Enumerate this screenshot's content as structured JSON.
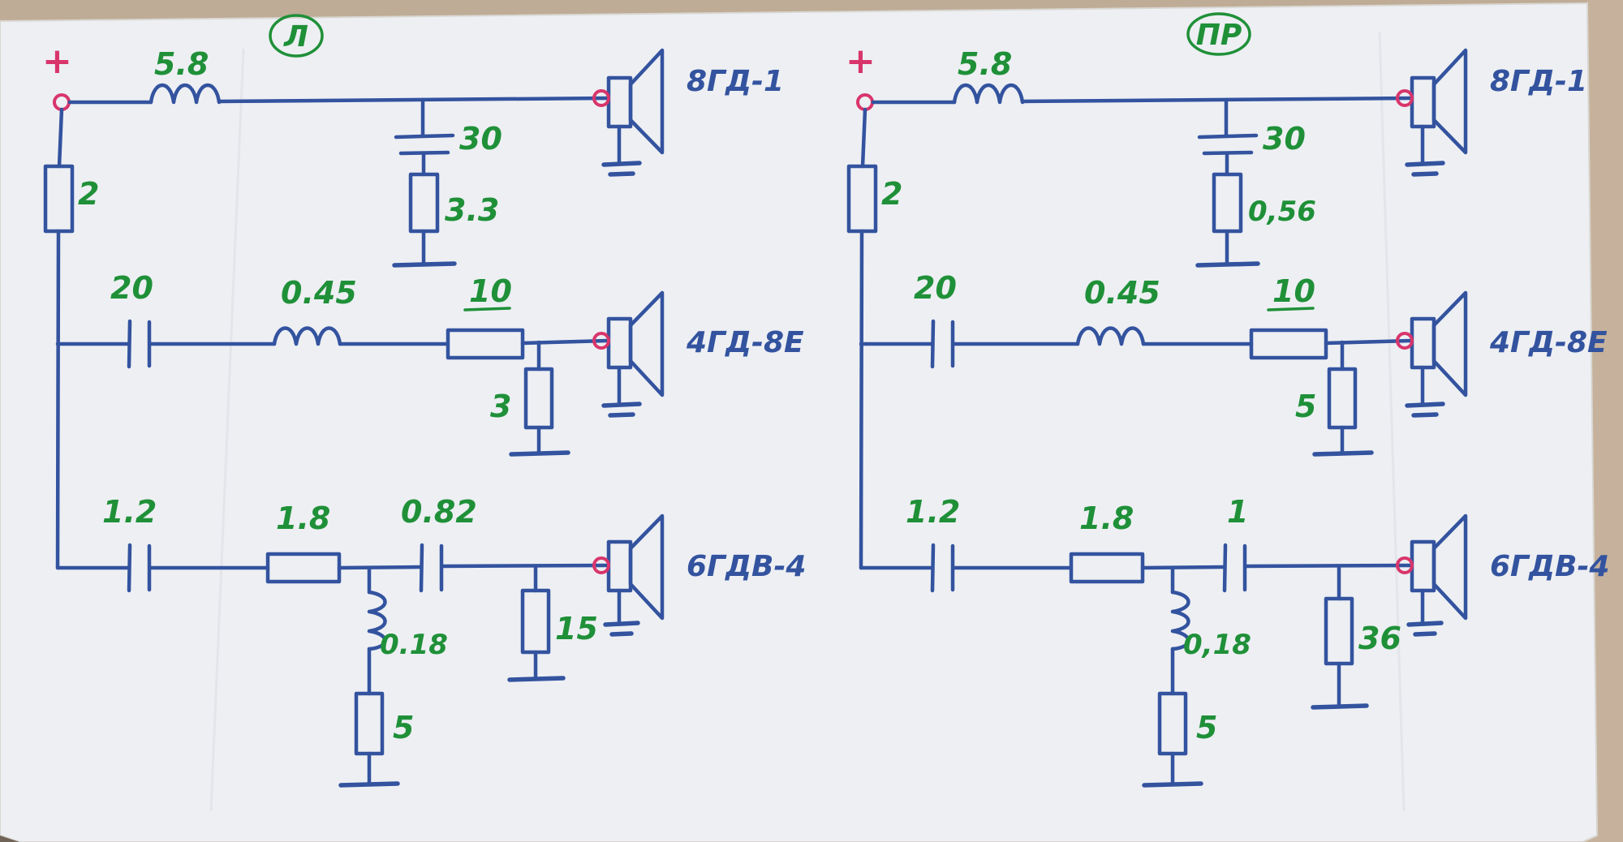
{
  "photo": {
    "background_color": "#b9a893",
    "paper_color": "#edeff3",
    "ink_blue": "#33539f",
    "ink_green": "#1f9038",
    "ink_red": "#d8356b"
  },
  "circuits": [
    {
      "title": "Л",
      "plus": "+",
      "input_resistor": "2",
      "high": {
        "inductor": "5.8",
        "cap": "30",
        "resistor": "3.3",
        "speaker": "8ГД-1"
      },
      "mid": {
        "cap": "20",
        "inductor": "0.45",
        "series_resistor": "10",
        "shunt_resistor": "3",
        "speaker": "4ГД-8Е"
      },
      "low": {
        "cap1": "1.2",
        "resistor": "1.8",
        "cap2": "0.82",
        "inductor": "0.18",
        "inductor_resistor": "5",
        "shunt_resistor": "15",
        "speaker": "6ГДВ-4"
      }
    },
    {
      "title": "ПР",
      "plus": "+",
      "input_resistor": "2",
      "high": {
        "inductor": "5.8",
        "cap": "30",
        "resistor": "0,56",
        "speaker": "8ГД-1"
      },
      "mid": {
        "cap": "20",
        "inductor": "0.45",
        "series_resistor": "10",
        "shunt_resistor": "5",
        "speaker": "4ГД-8Е"
      },
      "low": {
        "cap1": "1.2",
        "resistor": "1.8",
        "cap2": "1",
        "inductor": "0,18",
        "inductor_resistor": "5",
        "shunt_resistor": "36",
        "speaker": "6ГДВ-4"
      }
    }
  ]
}
